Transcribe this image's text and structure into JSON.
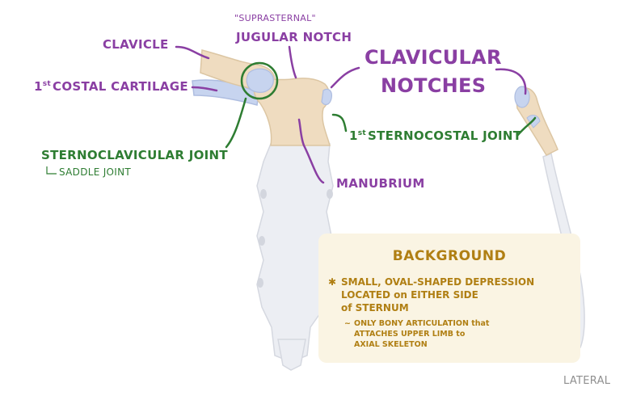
{
  "labels": {
    "clavicle": "CLAVICLE",
    "costal_cartilage_sup": "st",
    "costal_cartilage_num": "1",
    "costal_cartilage": "COSTAL CARTILAGE",
    "suprasternal": "\"SUPRASTERNAL\"",
    "jugular_notch": "JUGULAR NOTCH",
    "clavicular_notches_1": "CLAVICULAR",
    "clavicular_notches_2": "NOTCHES",
    "sternoclavicular_joint": "STERNOCLAVICULAR JOINT",
    "saddle_joint": "SADDLE JOINT",
    "sternocostal_num": "1",
    "sternocostal_sup": "st",
    "sternocostal_joint": "STERNOCOSTAL JOINT",
    "manubrium": "MANUBRIUM",
    "lateral": "LATERAL"
  },
  "background": {
    "title": "BACKGROUND",
    "bullet_line1": "SMALL, OVAL-SHAPED DEPRESSION",
    "bullet_line2": "LOCATED on EITHER SIDE",
    "bullet_line3": "of STERNUM",
    "sub_line1": "ONLY BONY ARTICULATION that",
    "sub_line2": "ATTACHES UPPER LIMB to",
    "sub_line3": "AXIAL SKELETON"
  },
  "colors": {
    "purple": "#8a3fa3",
    "green": "#2e7d32",
    "gold": "#b07f13",
    "bone": "#efdcc0",
    "cartilage": "#c7d4ef",
    "sternum_body": "#eceef3"
  }
}
